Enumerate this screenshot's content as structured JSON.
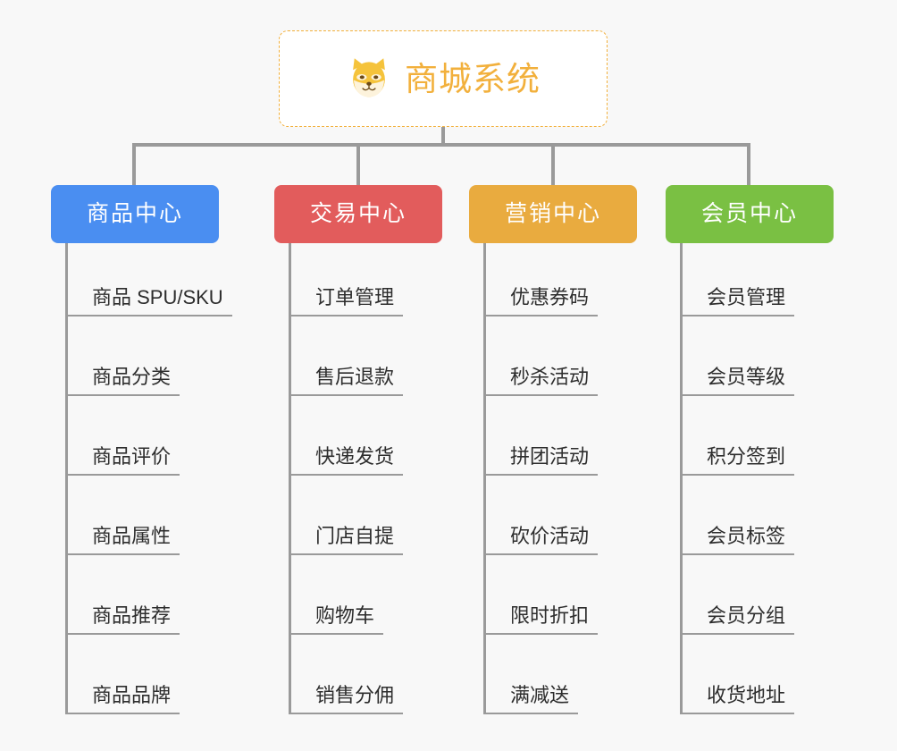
{
  "page": {
    "background_color": "#f8f8f8",
    "title": "商城系统"
  },
  "root": {
    "label": "商城系统",
    "icon": "shiba-dog-face-icon",
    "text_color": "#f2b03c",
    "border_color": "#f2b03c",
    "background_color": "#ffffff"
  },
  "connector": {
    "color": "#9a9a9a"
  },
  "branches": [
    {
      "label": "商品中心",
      "color": "#4a8ef1",
      "leaves": [
        {
          "label": "商品 SPU/SKU"
        },
        {
          "label": "商品分类"
        },
        {
          "label": "商品评价"
        },
        {
          "label": "商品属性"
        },
        {
          "label": "商品推荐"
        },
        {
          "label": "商品品牌"
        }
      ]
    },
    {
      "label": "交易中心",
      "color": "#e25c5c",
      "leaves": [
        {
          "label": "订单管理"
        },
        {
          "label": "售后退款"
        },
        {
          "label": "快递发货"
        },
        {
          "label": "门店自提"
        },
        {
          "label": "购物车"
        },
        {
          "label": "销售分佣"
        }
      ]
    },
    {
      "label": "营销中心",
      "color": "#e9ab3f",
      "leaves": [
        {
          "label": "优惠券码"
        },
        {
          "label": "秒杀活动"
        },
        {
          "label": "拼团活动"
        },
        {
          "label": "砍价活动"
        },
        {
          "label": "限时折扣"
        },
        {
          "label": "满减送"
        }
      ]
    },
    {
      "label": "会员中心",
      "color": "#7ac043",
      "leaves": [
        {
          "label": "会员管理"
        },
        {
          "label": "会员等级"
        },
        {
          "label": "积分签到"
        },
        {
          "label": "会员标签"
        },
        {
          "label": "会员分组"
        },
        {
          "label": "收货地址"
        }
      ]
    }
  ]
}
